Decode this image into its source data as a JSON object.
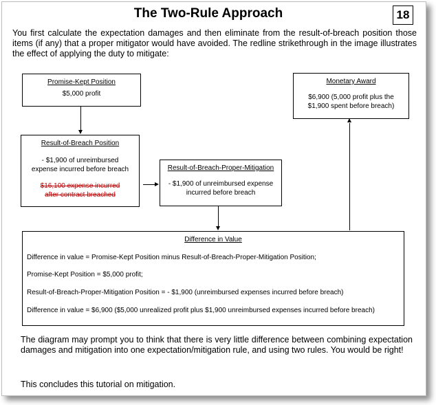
{
  "title": "The Two-Rule Approach",
  "page_number": "18",
  "intro": "You first calculate the expectation damages and then eliminate from the result-of-breach position those items (if any) that a proper mitigator would have avoided. The redline strikethrough in the image illustrates the effect of applying the duty to mitigate:",
  "promise_kept": {
    "heading": "Promise-Kept Position",
    "body": "$5,000 profit"
  },
  "result_of_breach": {
    "heading": "Result-of-Breach Position",
    "body": "- $1,900 of unreimbursed expense incurred before breach",
    "struck": "$16,100 expense incurred after contract breached"
  },
  "proper_mitigation": {
    "heading": "Result-of-Breach-Proper-Mitigation",
    "body": "- $1,900 of unreimbursed expense incurred before breach"
  },
  "monetary_award": {
    "heading": "Monetary Award",
    "body": "$6,900 (5,000 profit plus the $1,900 spent before breach)"
  },
  "difference": {
    "heading": "Difference in Value",
    "lines": [
      "Difference in value = Promise-Kept Position minus Result-of-Breach-Proper-Mitigation Position;",
      "Promise-Kept Position = $5,000 profit;",
      "Result-of-Breach-Proper-Mitigation Position  = - $1,900 (unreimbursed expenses incurred before breach)",
      "Difference in value = $6,900 ($5,000 unrealized profit plus $1,900 unreimbursed expenses incurred before breach)"
    ]
  },
  "outro": "The diagram may prompt you to think that there is very little difference between combining expectation damages and mitigation into one expectation/mitigation rule, and using two rules. You would be right!",
  "outro2": "This concludes this tutorial on mitigation.",
  "colors": {
    "strike": "#c00000"
  }
}
